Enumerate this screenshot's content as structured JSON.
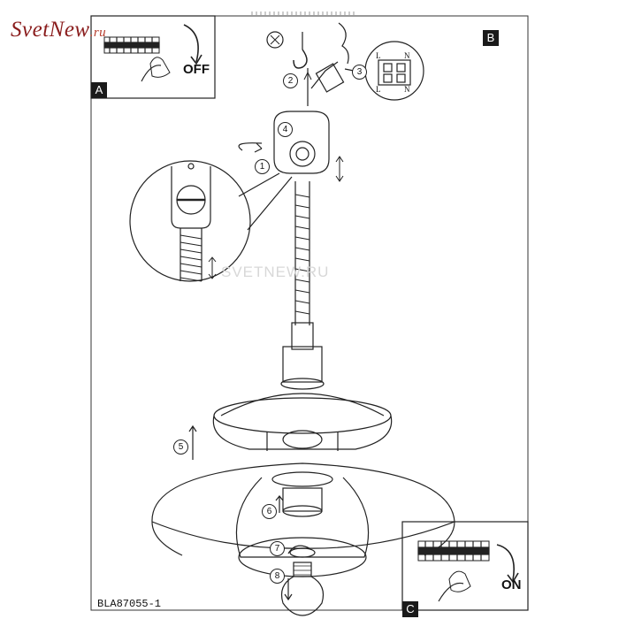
{
  "brand": {
    "logo_text": "SvetNew",
    "logo_suffix": ".ru"
  },
  "watermark": "SVETNEW.RU",
  "document_code": "BLA87055-1",
  "panels": {
    "a": {
      "label": "A",
      "action": "OFF"
    },
    "b": {
      "label": "B"
    },
    "c": {
      "label": "C",
      "action": "ON"
    }
  },
  "terminal_letters": {
    "live": "L",
    "neutral": "N"
  },
  "steps": [
    "1",
    "2",
    "3",
    "4",
    "5",
    "6",
    "7",
    "8"
  ]
}
